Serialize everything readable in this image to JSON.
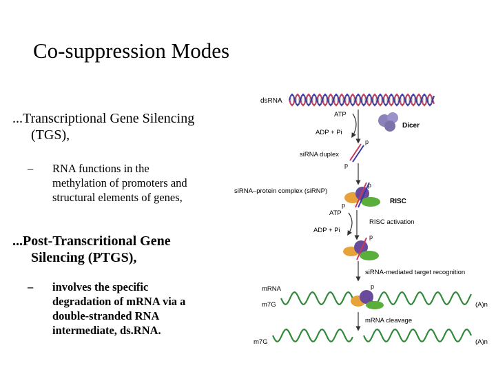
{
  "slide": {
    "title": "Co-suppression Modes",
    "bullet1": {
      "line1": "...Transcriptional Gene Silencing",
      "line2": "(TGS),"
    },
    "sub1": {
      "dash": "–",
      "lines": [
        "RNA functions in the",
        "methylation of promoters and",
        "structural elements of genes,"
      ]
    },
    "bullet2": {
      "line1": "...Post-Transcritional Gene",
      "line2": "Silencing (PTGS),"
    },
    "sub2": {
      "dash": "–",
      "lines": [
        "involves the specific",
        "degradation of mRNA via a",
        "double-stranded RNA",
        "intermediate, ds.RNA."
      ]
    }
  },
  "diagram": {
    "dsrna": "dsRNA",
    "atp1": "ATP",
    "adp1": "ADP + Pi",
    "dicer": "Dicer",
    "p1": "p",
    "sirna_duplex": "siRNA duplex",
    "p2": "p",
    "sirnp": "siRNA–protein complex (siRNP)",
    "p3": "p",
    "risc": "RISC",
    "p4": "p",
    "atp2": "ATP",
    "risc_activation": "RISC activation",
    "adp2": "ADP + Pi",
    "p5": "p",
    "target_recognition": "siRNA-mediated target recognition",
    "p6": "p",
    "mrna": "mRNA",
    "m7g1": "m7G",
    "an1": "(A)n",
    "mrna_cleavage": "mRNA cleavage",
    "m7g2": "m7G",
    "an2": "(A)n",
    "colors": {
      "strand_red": "#c8385a",
      "strand_blue": "#3a3aa0",
      "strand_green": "#2f8a3a",
      "purple": "#6a4a9a",
      "green": "#5aae3a",
      "orange": "#e8a23a",
      "arrow": "#333333"
    }
  }
}
